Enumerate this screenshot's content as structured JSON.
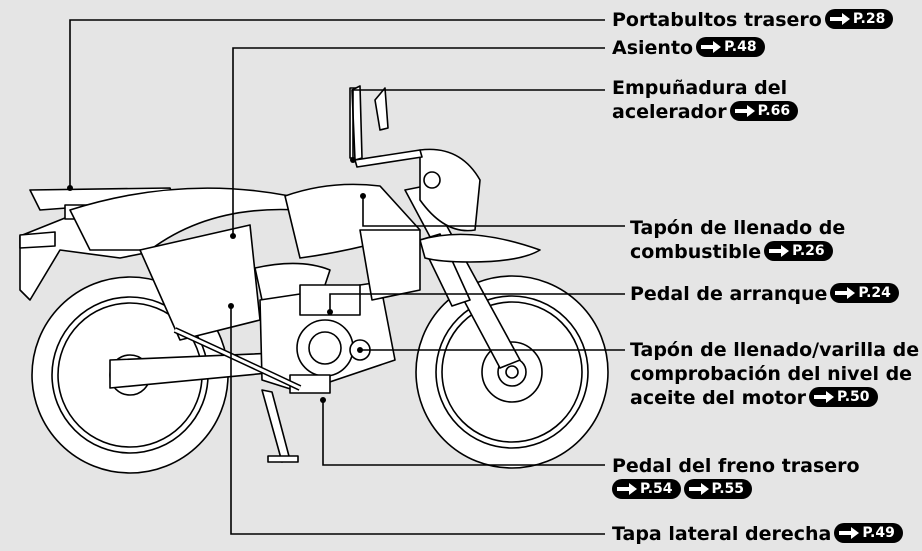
{
  "labels": [
    {
      "id": "portabultos",
      "lines": [
        "Portabultos trasero"
      ],
      "refs": [
        "P.28"
      ]
    },
    {
      "id": "asiento",
      "lines": [
        "Asiento"
      ],
      "refs": [
        "P.48"
      ]
    },
    {
      "id": "empunadura",
      "lines": [
        "Empuñadura del",
        "acelerador"
      ],
      "refs": [
        "P.66"
      ]
    },
    {
      "id": "tapon-combustible",
      "lines": [
        "Tapón de llenado de",
        "combustible"
      ],
      "refs": [
        "P.26"
      ]
    },
    {
      "id": "pedal-arranque",
      "lines": [
        "Pedal de arranque"
      ],
      "refs": [
        "P.24"
      ]
    },
    {
      "id": "tapon-aceite",
      "lines": [
        "Tapón de llenado/varilla de",
        "comprobación del nivel de",
        "aceite del motor"
      ],
      "refs": [
        "P.50"
      ]
    },
    {
      "id": "pedal-freno",
      "lines": [
        "Pedal del freno trasero"
      ],
      "refs": [
        "P.54",
        "P.55"
      ]
    },
    {
      "id": "tapa-lateral",
      "lines": [
        "Tapa lateral derecha"
      ],
      "refs": [
        "P.49"
      ]
    }
  ],
  "icons": {
    "page_ref": "arrow-right-icon"
  },
  "colors": {
    "background": "#e5e5e5",
    "line": "#000000",
    "fill": "#ffffff"
  }
}
